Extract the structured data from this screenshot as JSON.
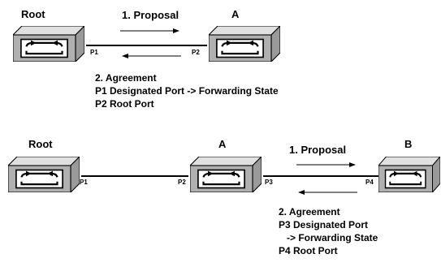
{
  "diagram1": {
    "root_label": "Root",
    "a_label": "A",
    "proposal": "1. Proposal",
    "port_p1": "P1",
    "port_p2": "P2",
    "agreement": "2. Agreement",
    "note_line1": "P1 Designated Port -> Forwarding State",
    "note_line2": "P2 Root Port"
  },
  "diagram2": {
    "root_label": "Root",
    "a_label": "A",
    "b_label": "B",
    "proposal": "1. Proposal",
    "port_p1": "P1",
    "port_p2": "P2",
    "port_p3": "P3",
    "port_p4": "P4",
    "agreement": "2. Agreement",
    "note_line1": "P3 Designated Port",
    "note_line2": "-> Forwarding State",
    "note_line3": "P4 Root Port"
  }
}
